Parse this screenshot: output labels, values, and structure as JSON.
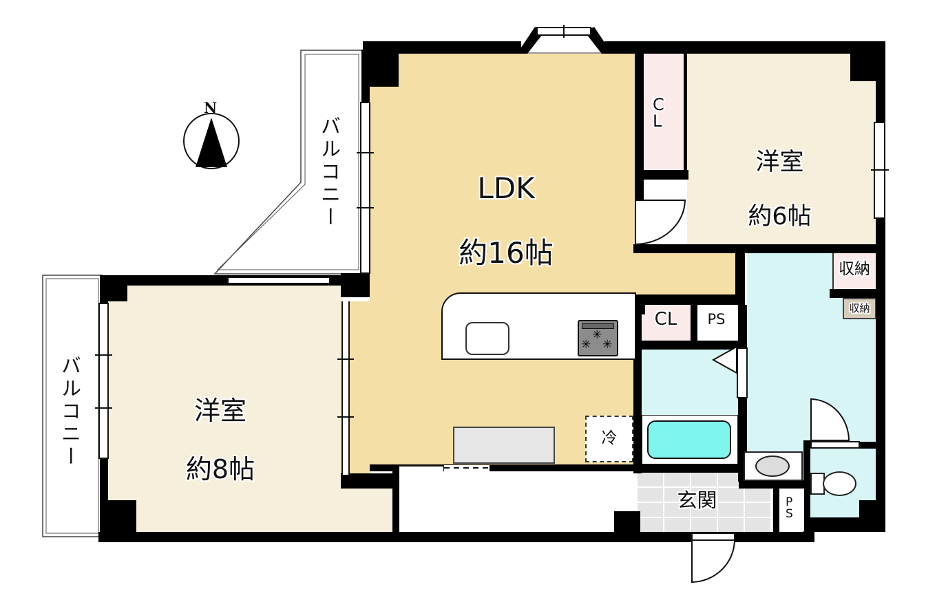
{
  "compass": {
    "north_label": "N"
  },
  "rooms": {
    "ldk": {
      "name": "LDK",
      "area": "約16帖"
    },
    "bedroom6": {
      "name": "洋室",
      "area": "約6帖"
    },
    "bedroom8": {
      "name": "洋室",
      "area": "約8帖"
    },
    "entrance": {
      "name": "玄関"
    },
    "balcony_north": {
      "name": "バルコニー"
    },
    "balcony_west": {
      "name": "バルコニー"
    }
  },
  "fixtures": {
    "closet_north": "CL",
    "closet_hall": "CL",
    "pipe_space_hall": "PS",
    "pipe_space_entrance": "PS",
    "storage_upper": "収納",
    "storage_lower": "収納",
    "refrigerator": "冷"
  },
  "colors": {
    "ldk_floor": "#F4DFA6",
    "bedroom_floor": "#F5EFDC",
    "closet_pink": "#FBEAEA",
    "storage_beige": "#D6CCBA",
    "wet_area_cyan": "#D8F5F6",
    "bathtub_cyan": "#7EF6EE",
    "entrance_tile": "#E4E4E4",
    "wall": "#000000"
  }
}
